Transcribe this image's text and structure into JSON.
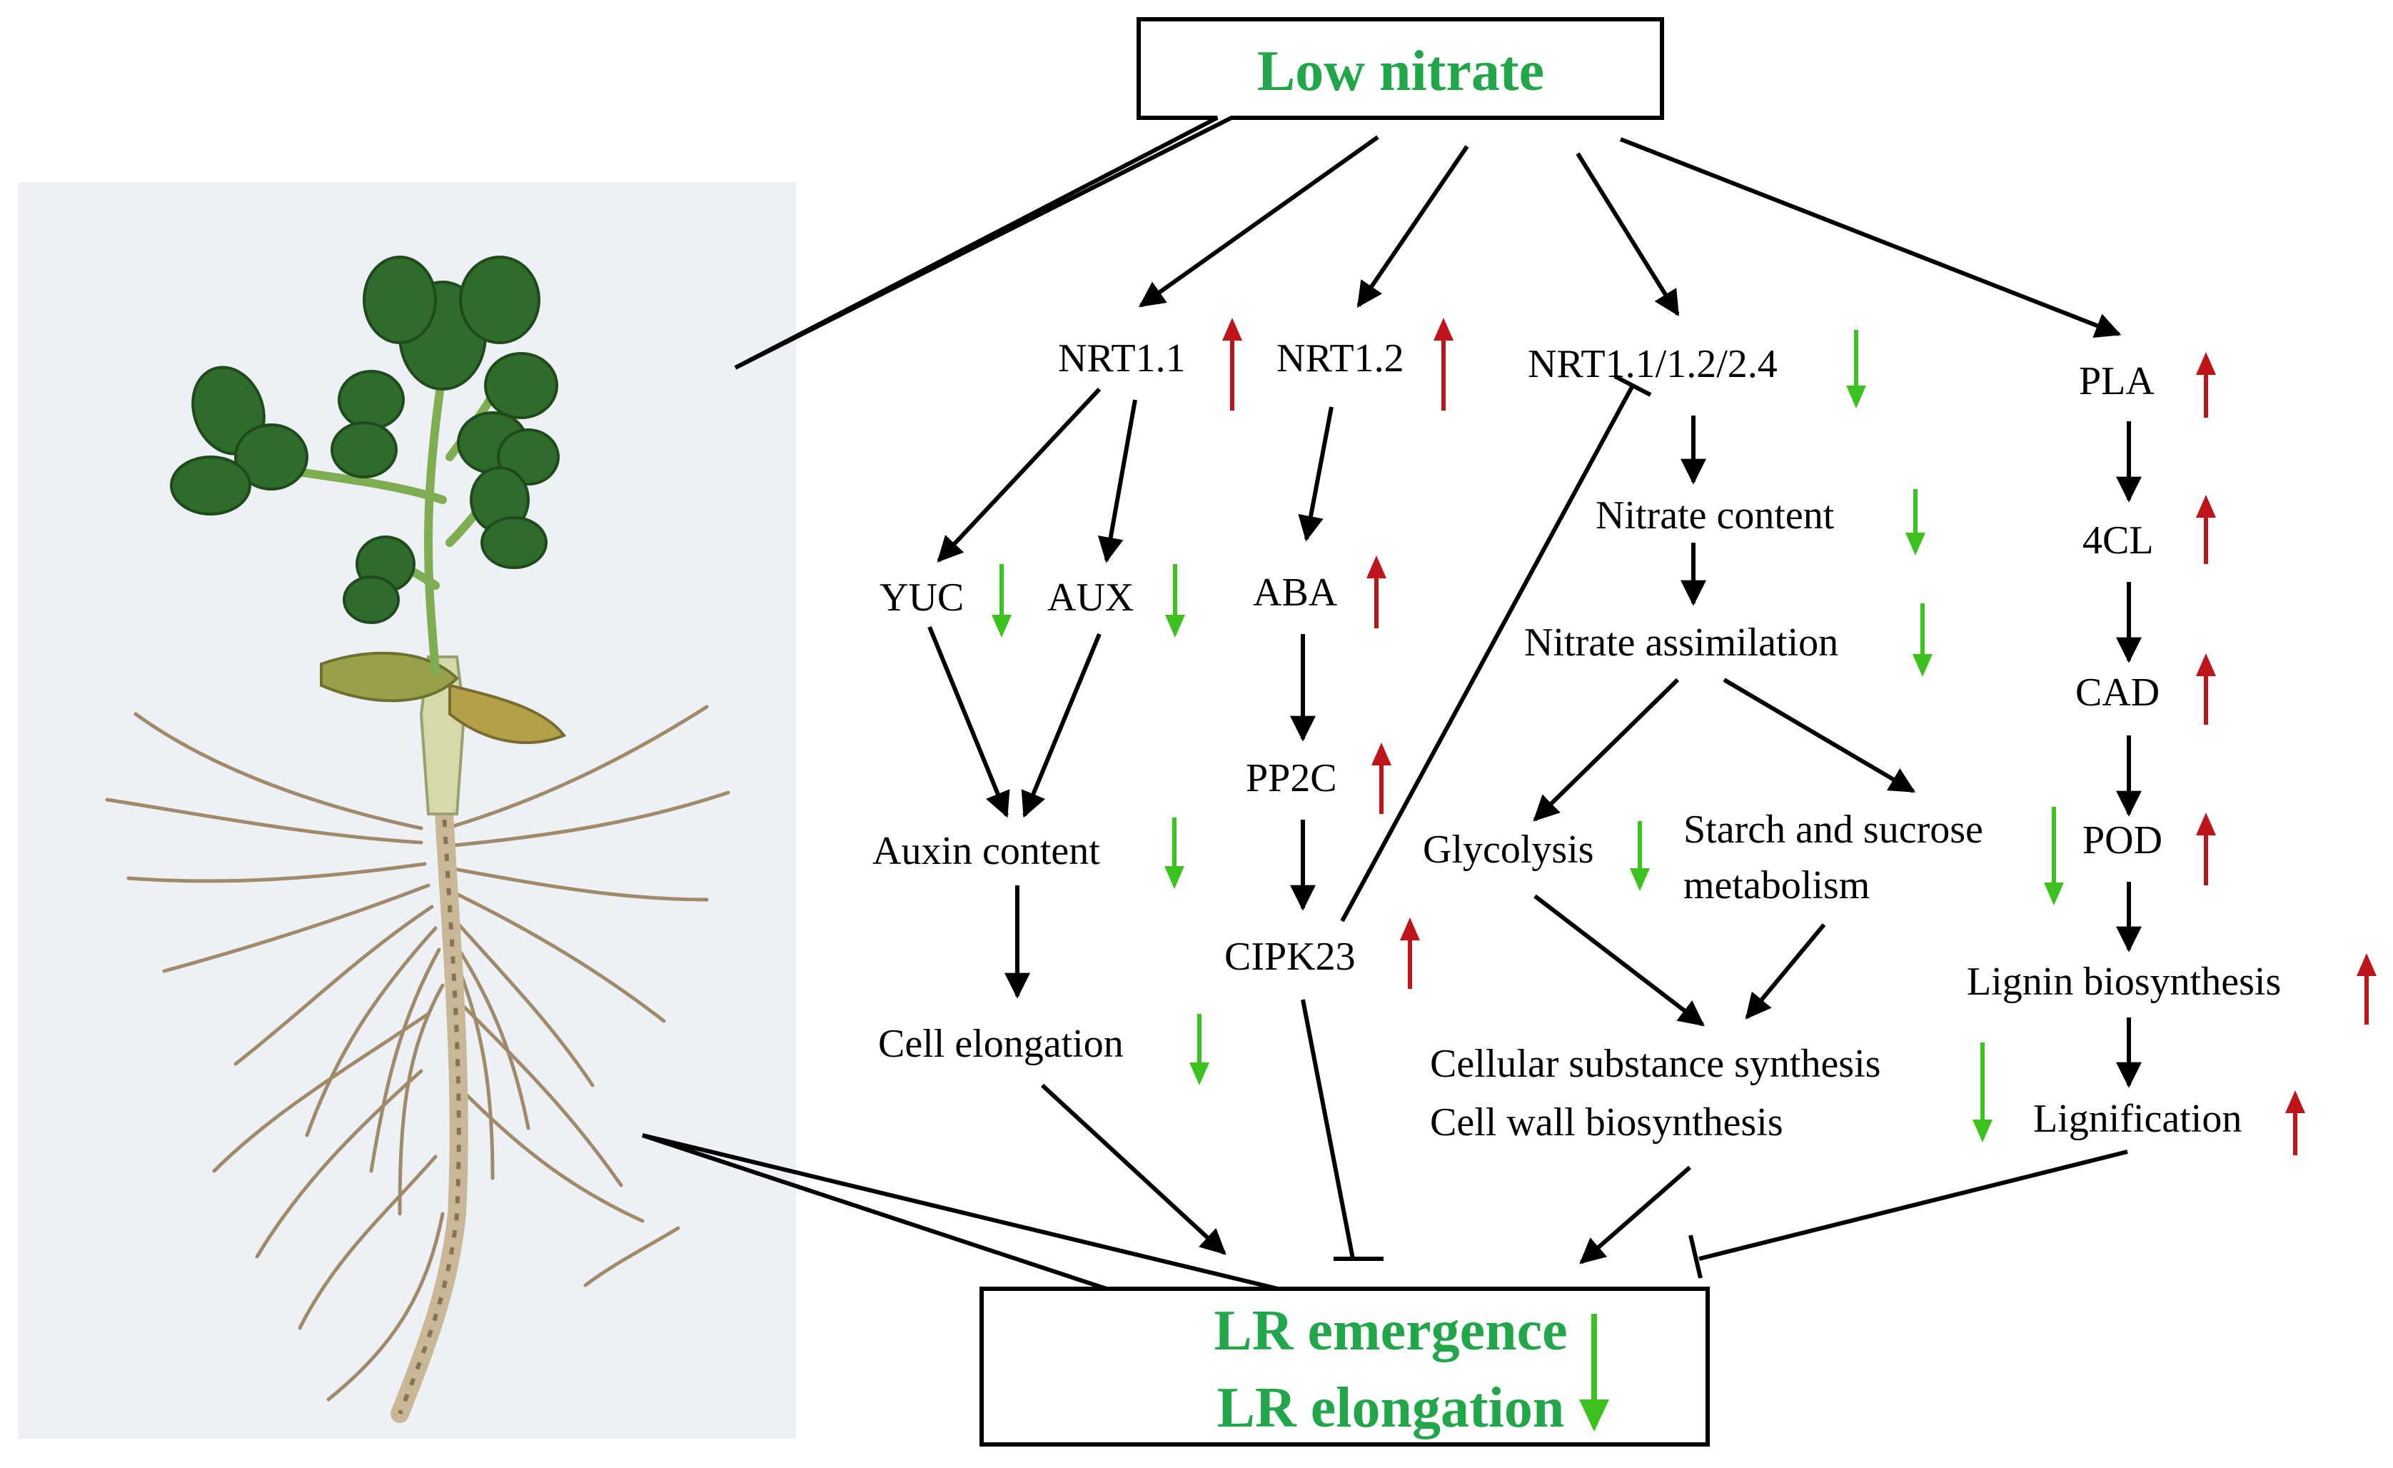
{
  "colors": {
    "green_text": "#22a64a",
    "down_arrow": "#3cc21e",
    "up_arrow": "#c0141b",
    "line": "#000000",
    "photo_bg": "#edf0f4"
  },
  "top_box": {
    "label": "Low nitrate"
  },
  "bottom_box": {
    "line1": "LR emergence",
    "line2": "LR elongation",
    "change": "down"
  },
  "photo": {
    "subject": "peanut seedling with lateral roots"
  },
  "nodes": {
    "nrt11": {
      "label": "NRT1.1",
      "change": "up"
    },
    "nrt12": {
      "label": "NRT1.2",
      "change": "up"
    },
    "nrt_multi": {
      "label": "NRT1.1/1.2/2.4",
      "change": "down"
    },
    "pla": {
      "label": "PLA",
      "change": "up"
    },
    "yuc": {
      "label": "YUC",
      "change": "down"
    },
    "aux": {
      "label": "AUX",
      "change": "down"
    },
    "aba": {
      "label": "ABA",
      "change": "up"
    },
    "pp2c": {
      "label": "PP2C",
      "change": "up"
    },
    "cipk23": {
      "label": "CIPK23",
      "change": "up"
    },
    "auxin_content": {
      "label": "Auxin content",
      "change": "down"
    },
    "cell_elongation": {
      "label": "Cell elongation",
      "change": "down"
    },
    "nitrate_content": {
      "label": "Nitrate content",
      "change": "down"
    },
    "nitrate_assimilation": {
      "label": "Nitrate assimilation",
      "change": "down"
    },
    "glycolysis": {
      "label": "Glycolysis",
      "change": "down"
    },
    "starch_sucrose": {
      "line1": "Starch and sucrose",
      "line2": "metabolism",
      "change": "down"
    },
    "cellular_synthesis": {
      "line1": "Cellular substance synthesis",
      "line2": "Cell wall biosynthesis",
      "change": "down"
    },
    "fourcl": {
      "label": "4CL",
      "change": "up"
    },
    "cad": {
      "label": "CAD",
      "change": "up"
    },
    "pod": {
      "label": "POD",
      "change": "up"
    },
    "lignin": {
      "label": "Lignin biosynthesis",
      "change": "up"
    },
    "lignification": {
      "label": "Lignification",
      "change": "up"
    }
  },
  "edges": [
    {
      "from": "Low nitrate",
      "to": "NRT1.1",
      "type": "activation"
    },
    {
      "from": "Low nitrate",
      "to": "NRT1.2",
      "type": "activation"
    },
    {
      "from": "Low nitrate",
      "to": "NRT1.1/1.2/2.4",
      "type": "activation"
    },
    {
      "from": "Low nitrate",
      "to": "PLA",
      "type": "activation"
    },
    {
      "from": "NRT1.1",
      "to": "YUC",
      "type": "activation"
    },
    {
      "from": "NRT1.1",
      "to": "AUX",
      "type": "activation"
    },
    {
      "from": "YUC",
      "to": "Auxin content",
      "type": "activation"
    },
    {
      "from": "AUX",
      "to": "Auxin content",
      "type": "activation"
    },
    {
      "from": "Auxin content",
      "to": "Cell elongation",
      "type": "activation"
    },
    {
      "from": "Cell elongation",
      "to": "LR emergence",
      "type": "activation"
    },
    {
      "from": "NRT1.2",
      "to": "ABA",
      "type": "activation"
    },
    {
      "from": "ABA",
      "to": "PP2C",
      "type": "activation"
    },
    {
      "from": "PP2C",
      "to": "CIPK23",
      "type": "activation"
    },
    {
      "from": "CIPK23",
      "to": "NRT1.1/1.2/2.4",
      "type": "inhibition"
    },
    {
      "from": "CIPK23",
      "to": "LR emergence",
      "type": "inhibition"
    },
    {
      "from": "NRT1.1/1.2/2.4",
      "to": "Nitrate content",
      "type": "activation"
    },
    {
      "from": "Nitrate content",
      "to": "Nitrate assimilation",
      "type": "activation"
    },
    {
      "from": "Nitrate assimilation",
      "to": "Glycolysis",
      "type": "activation"
    },
    {
      "from": "Nitrate assimilation",
      "to": "Starch and sucrose metabolism",
      "type": "activation"
    },
    {
      "from": "Glycolysis",
      "to": "Cellular substance synthesis",
      "type": "activation"
    },
    {
      "from": "Starch and sucrose metabolism",
      "to": "Cellular substance synthesis",
      "type": "activation"
    },
    {
      "from": "Cell wall biosynthesis",
      "to": "LR emergence",
      "type": "activation"
    },
    {
      "from": "PLA",
      "to": "4CL",
      "type": "activation"
    },
    {
      "from": "4CL",
      "to": "CAD",
      "type": "activation"
    },
    {
      "from": "CAD",
      "to": "POD",
      "type": "activation"
    },
    {
      "from": "POD",
      "to": "Lignin biosynthesis",
      "type": "activation"
    },
    {
      "from": "Lignin biosynthesis",
      "to": "Lignification",
      "type": "activation"
    },
    {
      "from": "Lignification",
      "to": "LR emergence",
      "type": "inhibition"
    }
  ]
}
